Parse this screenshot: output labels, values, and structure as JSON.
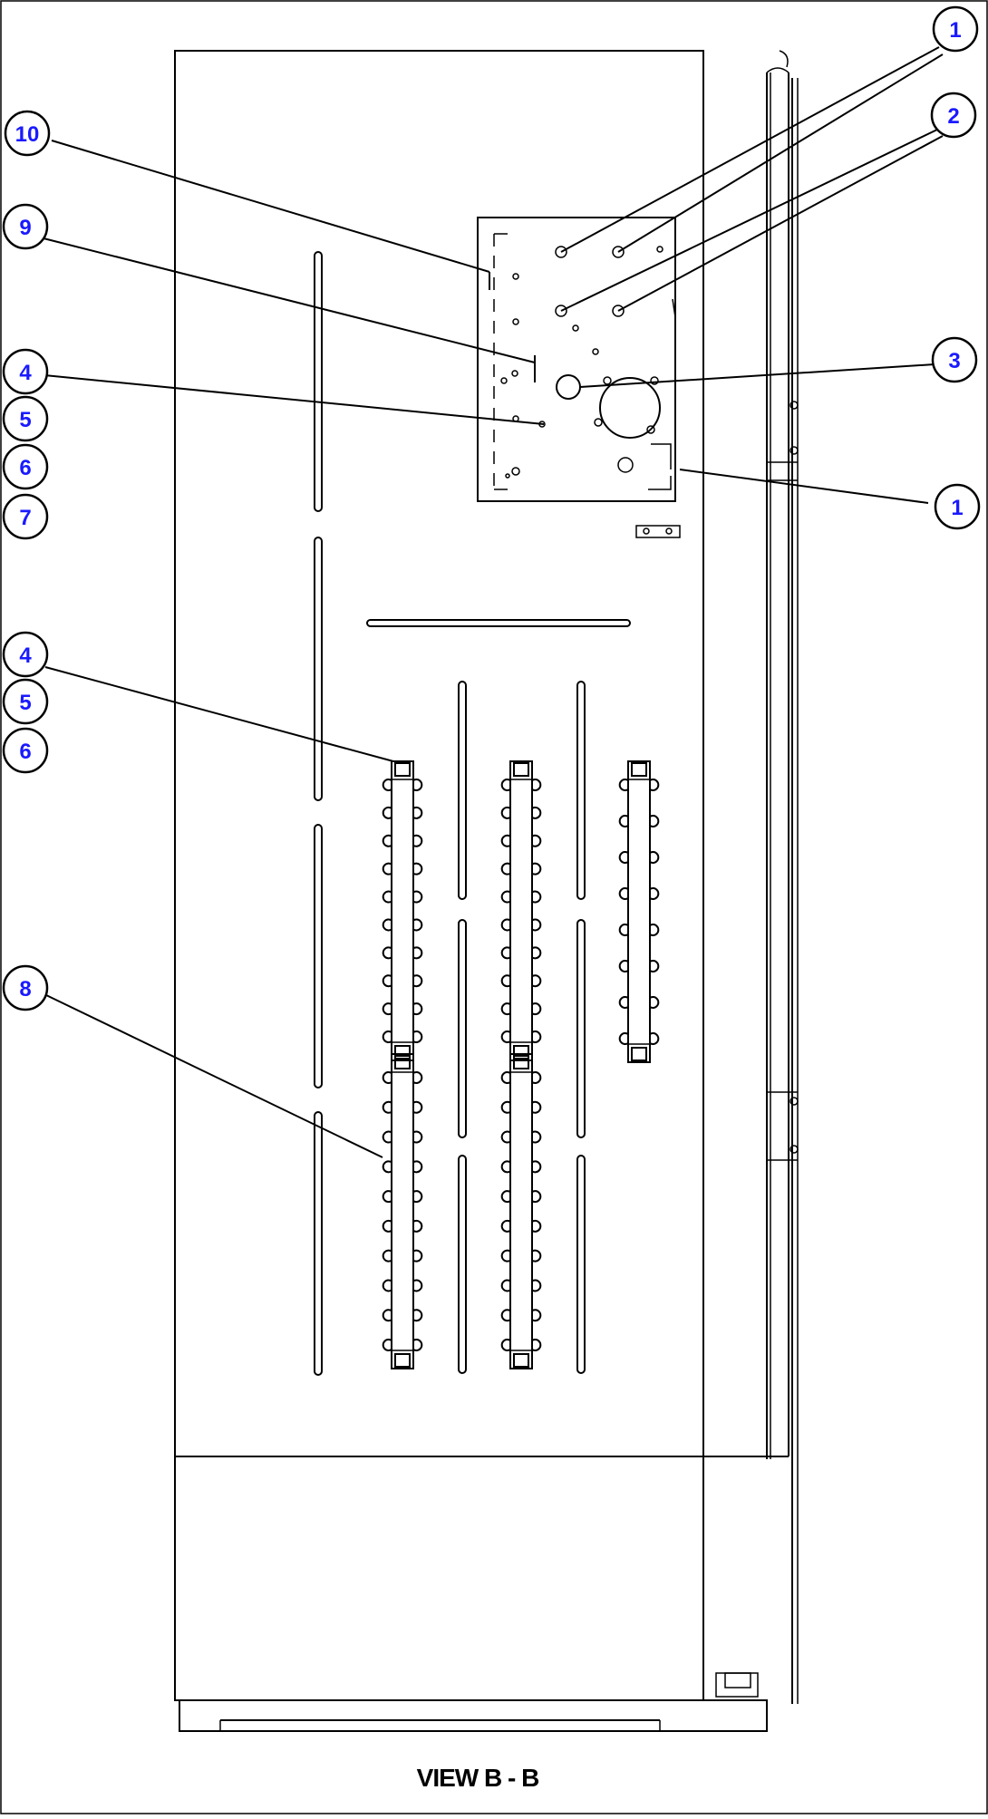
{
  "caption": "VIEW B - B",
  "colors": {
    "callout_text": "#1a1aff",
    "line": "#000000",
    "background": "#ffffff"
  },
  "callouts": [
    {
      "id": "c1a",
      "label": "1"
    },
    {
      "id": "c2",
      "label": "2"
    },
    {
      "id": "c3",
      "label": "3"
    },
    {
      "id": "c1b",
      "label": "1"
    },
    {
      "id": "c10",
      "label": "10"
    },
    {
      "id": "c9",
      "label": "9"
    },
    {
      "id": "c4a",
      "label": "4"
    },
    {
      "id": "c5a",
      "label": "5"
    },
    {
      "id": "c6a",
      "label": "6"
    },
    {
      "id": "c7",
      "label": "7"
    },
    {
      "id": "c4b",
      "label": "4"
    },
    {
      "id": "c5b",
      "label": "5"
    },
    {
      "id": "c6b",
      "label": "6"
    },
    {
      "id": "c8",
      "label": "8"
    }
  ]
}
